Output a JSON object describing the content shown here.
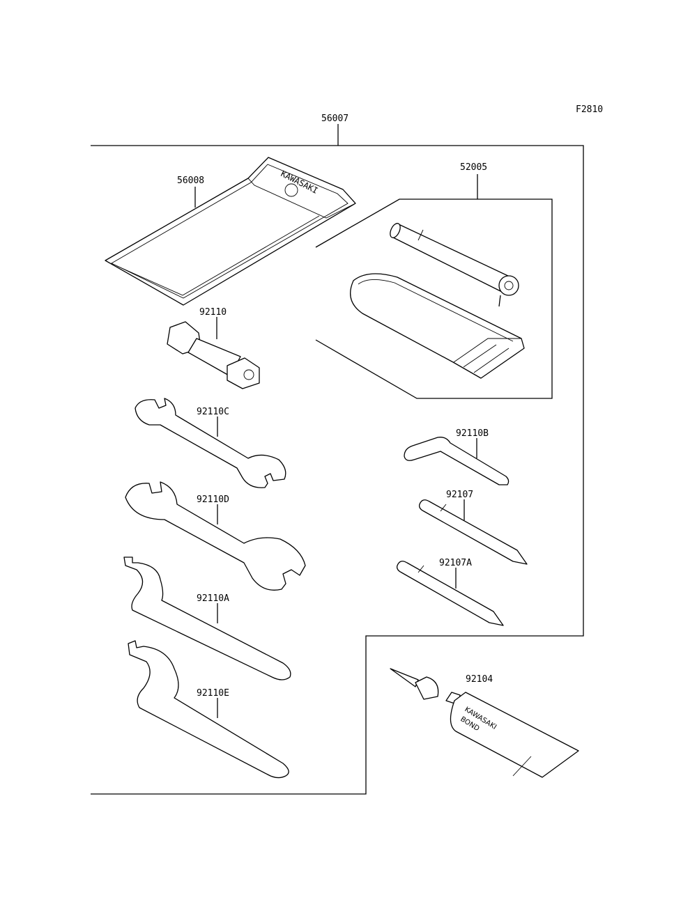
{
  "figure_code": "F2810",
  "kit_number": "56007",
  "parts": {
    "p56008": "56008",
    "p52005": "52005",
    "p92110": "92110",
    "p92110C": "92110C",
    "p92110D": "92110D",
    "p92110A": "92110A",
    "p92110E": "92110E",
    "p92110B": "92110B",
    "p92107": "92107",
    "p92107A": "92107A",
    "p92104": "92104"
  },
  "brand_text": {
    "pouch": "KAWASAKI",
    "tube_line1": "KAWASAKI",
    "tube_line2": "BOND"
  }
}
